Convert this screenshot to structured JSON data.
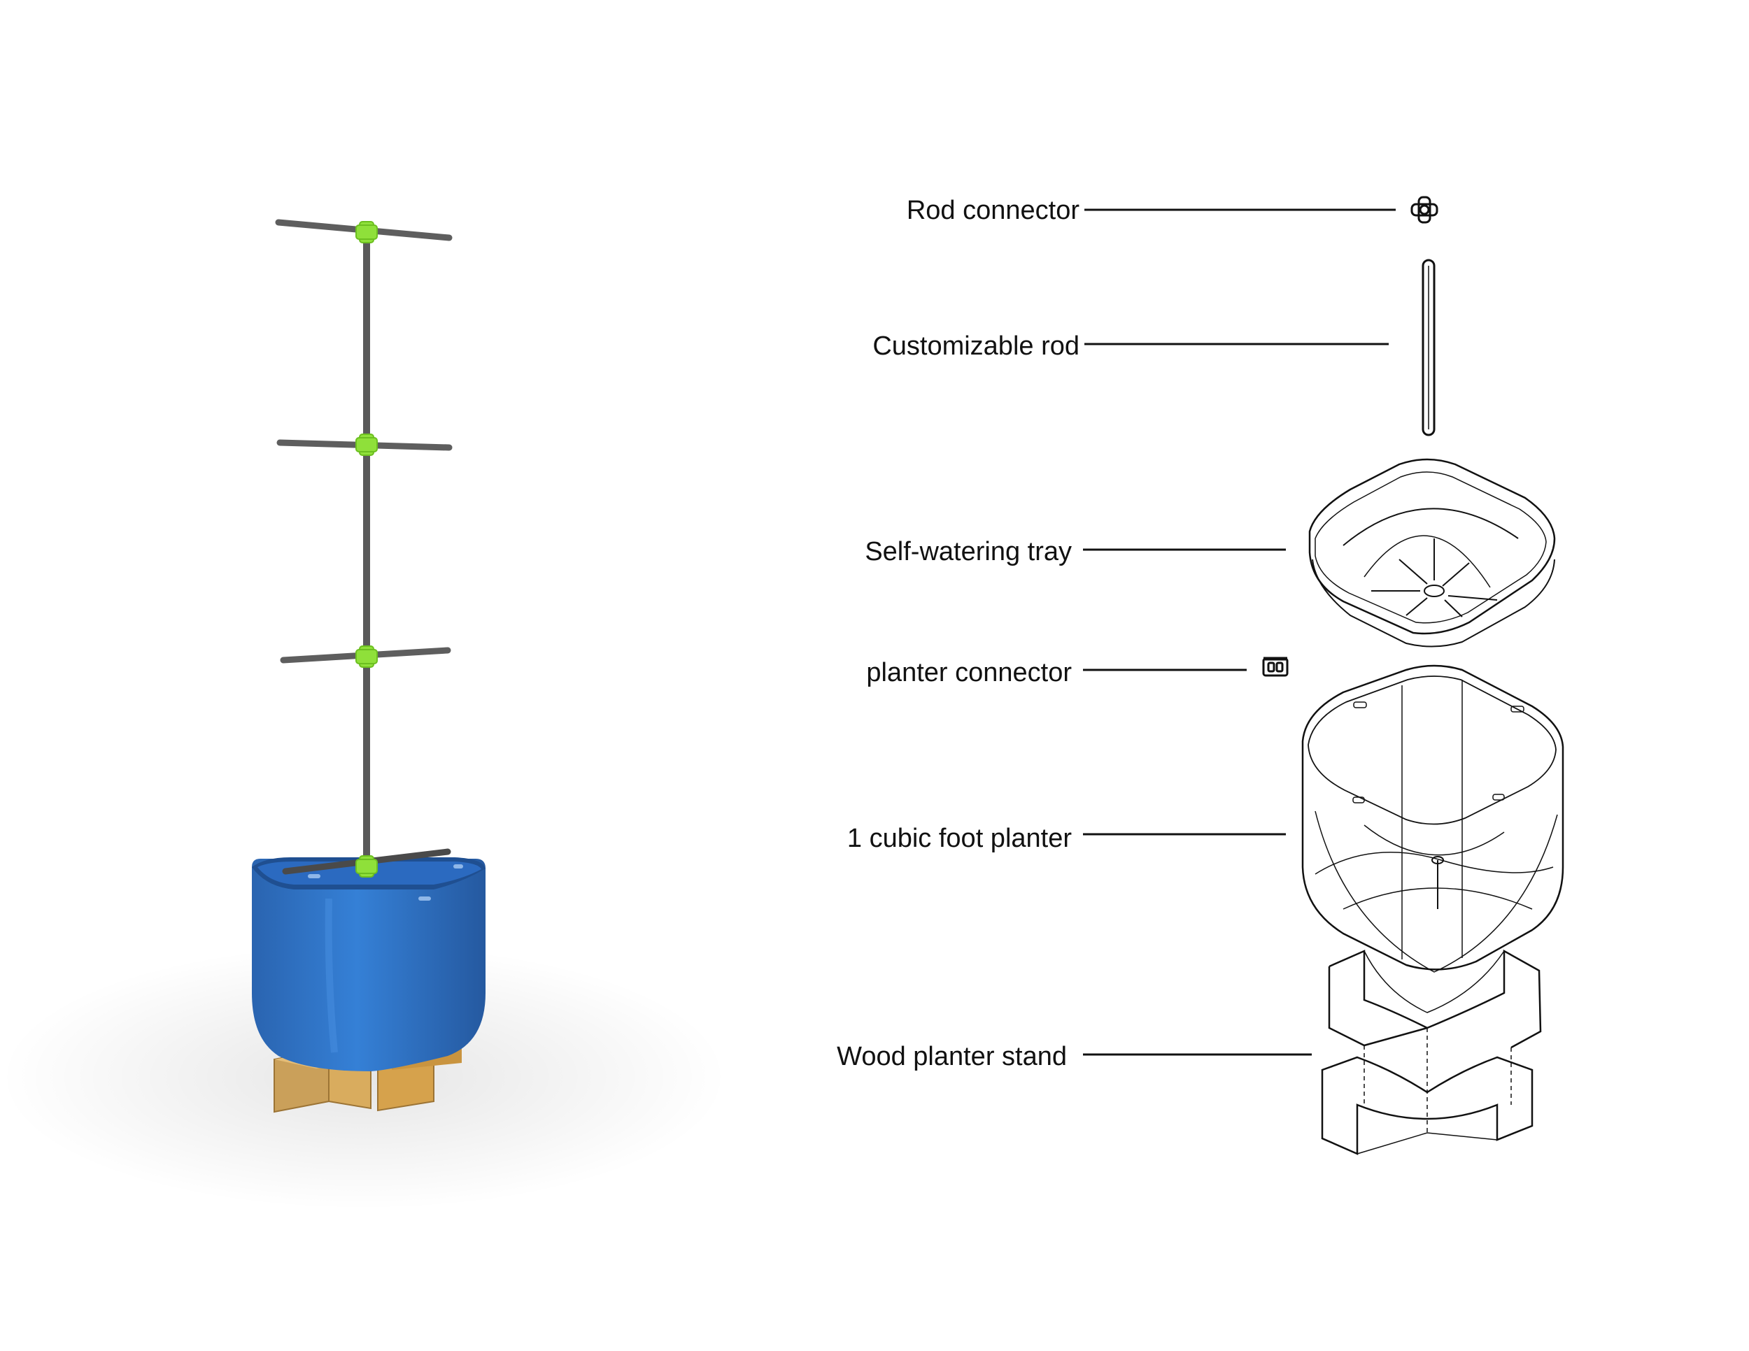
{
  "diagram": {
    "components": [
      {
        "id": "rod_connector",
        "label": "Rod connector"
      },
      {
        "id": "customizable_rod",
        "label": "Customizable rod"
      },
      {
        "id": "self_watering_tray",
        "label": "Self-watering tray"
      },
      {
        "id": "planter_connector",
        "label": "planter connector"
      },
      {
        "id": "planter",
        "label": "1 cubic foot planter"
      },
      {
        "id": "stand",
        "label": "Wood planter stand"
      }
    ]
  },
  "colors": {
    "planter_blue": "#2f74c8",
    "connector_green": "#8fe03a",
    "rod_gray": "#5a5a5a",
    "wood": "#d6a24c",
    "line": "#111111"
  },
  "icons": {
    "rod_connector": "cross-connector-icon",
    "customizable_rod": "rod-icon",
    "self_watering_tray": "tray-icon",
    "planter_connector": "clip-connector-icon",
    "planter": "planter-icon",
    "stand": "wood-stand-icon"
  }
}
